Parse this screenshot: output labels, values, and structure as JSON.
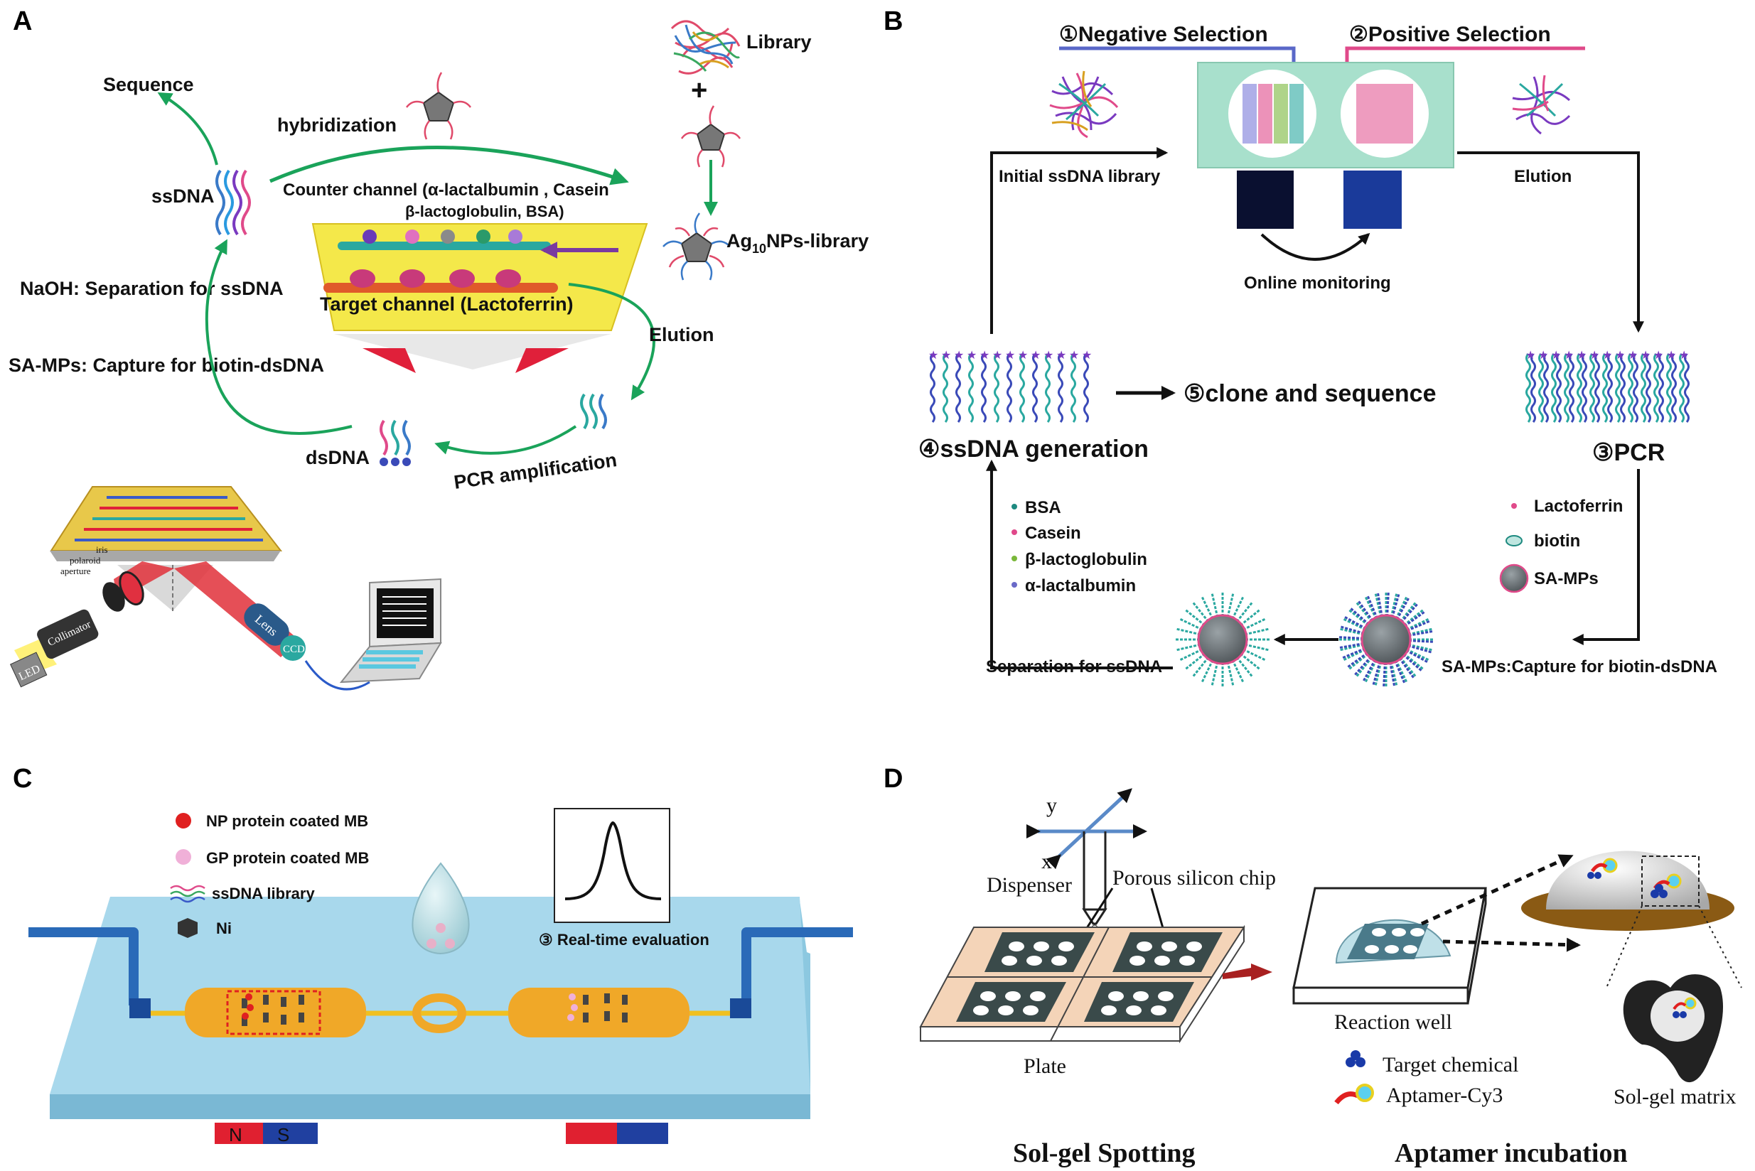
{
  "panels": {
    "A": {
      "label": "A",
      "sequence": "Sequence",
      "hybridization": "hybridization",
      "library": "Library",
      "ssdna": "ssDNA",
      "counter_channel": "Counter channel (α-lactalbumin , Casein",
      "counter_channel_2": "β-lactoglobulin, BSA)",
      "ag_library_prefix": "Ag",
      "ag_library_sub": "10",
      "ag_library_suffix": "NPs-library",
      "naoh": "NaOH: Separation for ssDNA",
      "target_channel": "Target channel (Lactoferrin)",
      "elution": "Elution",
      "sa_mps": "SA-MPs: Capture for biotin-dsDNA",
      "dsdna": "dsDNA",
      "pcr": "PCR amplification",
      "led": "LED",
      "collimator": "Collimator",
      "aperture": "aperture",
      "polaroid": "polaroid",
      "iris": "iris",
      "lens": "Lens",
      "ccd": "CCD"
    },
    "B": {
      "label": "B",
      "negative": "①Negative Selection",
      "positive": "②Positive Selection",
      "initial_library": "Initial ssDNA library",
      "elution": "Elution",
      "online_monitoring": "Online monitoring",
      "clone": "⑤clone and sequence",
      "ssdna_generation": "④ssDNA generation",
      "pcr": "③PCR",
      "legend_left": [
        "BSA",
        "Casein",
        "β-lactoglobulin",
        "α-lactalbumin"
      ],
      "legend_left_colors": [
        "#1e8a80",
        "#e0488a",
        "#7ab83a",
        "#6a6ac8"
      ],
      "legend_right": [
        "Lactoferrin",
        "biotin",
        "SA-MPs"
      ],
      "separation": "Separation for ssDNA",
      "capture": "SA-MPs:Capture for biotin-dsDNA"
    },
    "C": {
      "label": "C",
      "legend": [
        "NP protein coated MB",
        "GP protein coated MB",
        "ssDNA library",
        "Ni"
      ],
      "realtime": "③  Real-time evaluation",
      "magnet_n": "N",
      "magnet_s": "S"
    },
    "D": {
      "label": "D",
      "axis_y": "y",
      "axis_x": "x",
      "dispenser": "Dispenser",
      "porous": "Porous silicon chip",
      "plate": "Plate",
      "reaction_well": "Reaction well",
      "target_chemical": "Target chemical",
      "aptamer": "Aptamer-Cy3",
      "solgel_matrix": "Sol-gel matrix",
      "spotting": "Sol-gel Spotting",
      "incubation": "Aptamer incubation"
    }
  }
}
